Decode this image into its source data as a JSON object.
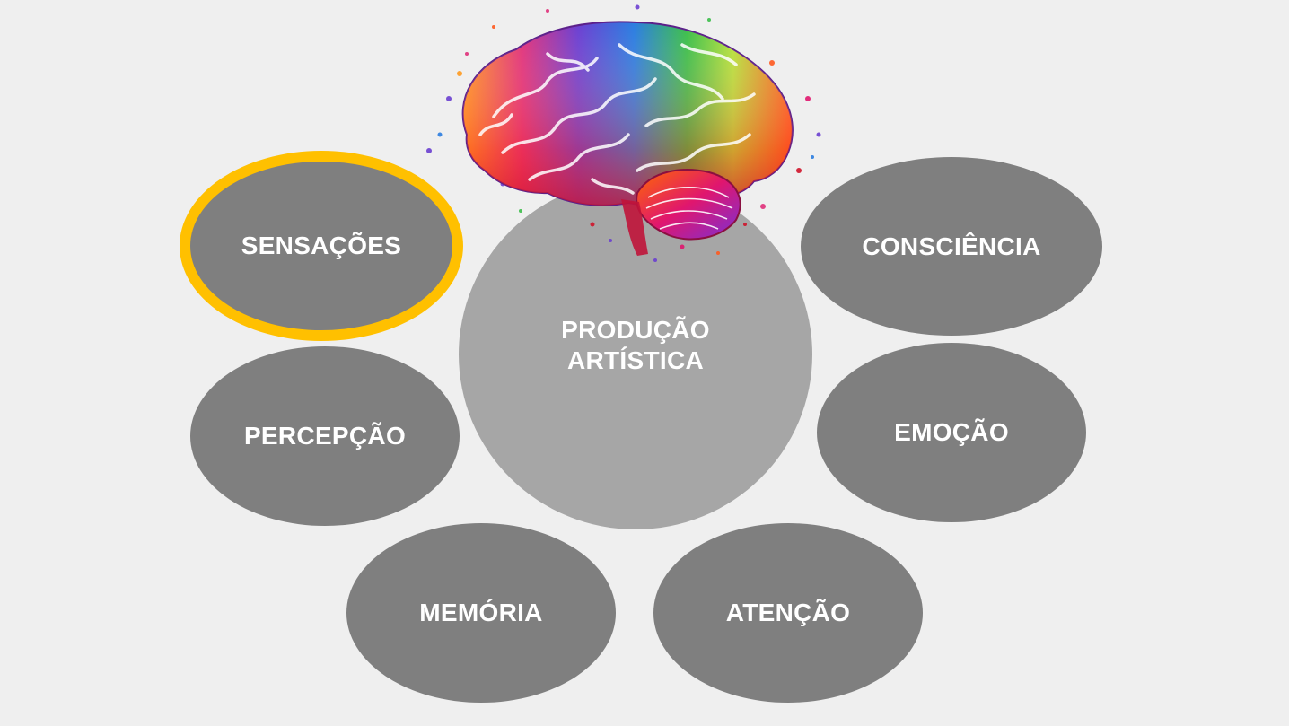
{
  "diagram": {
    "center": {
      "line1": "PRODUÇÃO",
      "line2": "ARTÍSTICA"
    },
    "nodes": [
      {
        "label": "SENSAÇÕES",
        "highlighted": true
      },
      {
        "label": "CONSCIÊNCIA",
        "highlighted": false
      },
      {
        "label": "PERCEPÇÃO",
        "highlighted": false
      },
      {
        "label": "EMOÇÃO",
        "highlighted": false
      },
      {
        "label": "MEMÓRIA",
        "highlighted": false
      },
      {
        "label": "ATENÇÃO",
        "highlighted": false
      }
    ],
    "colors": {
      "background": "#efefef",
      "node_fill": "#7f7f7f",
      "center_fill": "#a6a6a6",
      "highlight_border": "#ffc000",
      "text": "#ffffff"
    },
    "image": "colorful-brain-illustration"
  }
}
